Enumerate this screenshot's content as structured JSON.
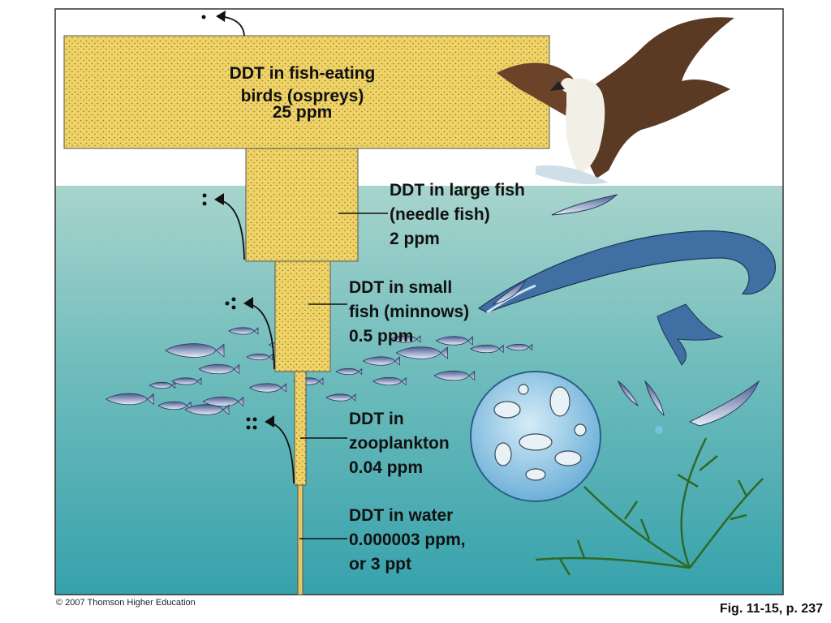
{
  "levels": [
    {
      "id": "ospreys",
      "line1": "DDT in fish-eating",
      "line2": "birds (ospreys)",
      "value": "25 ppm"
    },
    {
      "id": "large-fish",
      "line1": "DDT in large fish",
      "line2": "(needle fish)",
      "value": "2 ppm"
    },
    {
      "id": "small-fish",
      "line1": "DDT in small",
      "line2": "fish (minnows)",
      "value": "0.5 ppm"
    },
    {
      "id": "zooplankton",
      "line1": "DDT in",
      "line2": "zooplankton",
      "value": "0.04 ppm"
    },
    {
      "id": "water",
      "line1": "DDT in water",
      "line2": "0.000003 ppm,",
      "value": "or 3 ppt"
    }
  ],
  "copyright": "© 2007 Thomson Higher Education",
  "figure_ref": "Fig. 11-15, p. 237",
  "colors": {
    "bar_fill": "#f0d060",
    "sky": "#ffffff",
    "water_top": "#9fcfc7",
    "water_bottom": "#3aa3ad",
    "frame": "#333333"
  }
}
